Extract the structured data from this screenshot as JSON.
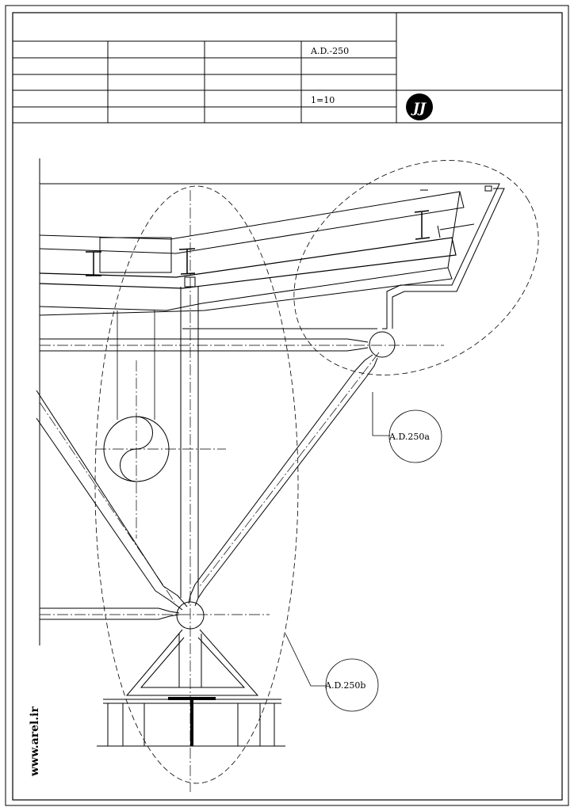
{
  "title_block": {
    "drawing_number": "A.D.-250",
    "scale": "1=10",
    "logo_text": "JJ"
  },
  "callouts": {
    "detail_a": "A.D.250a",
    "detail_b": "A.D.250b"
  },
  "watermark": "www.arel.ir"
}
